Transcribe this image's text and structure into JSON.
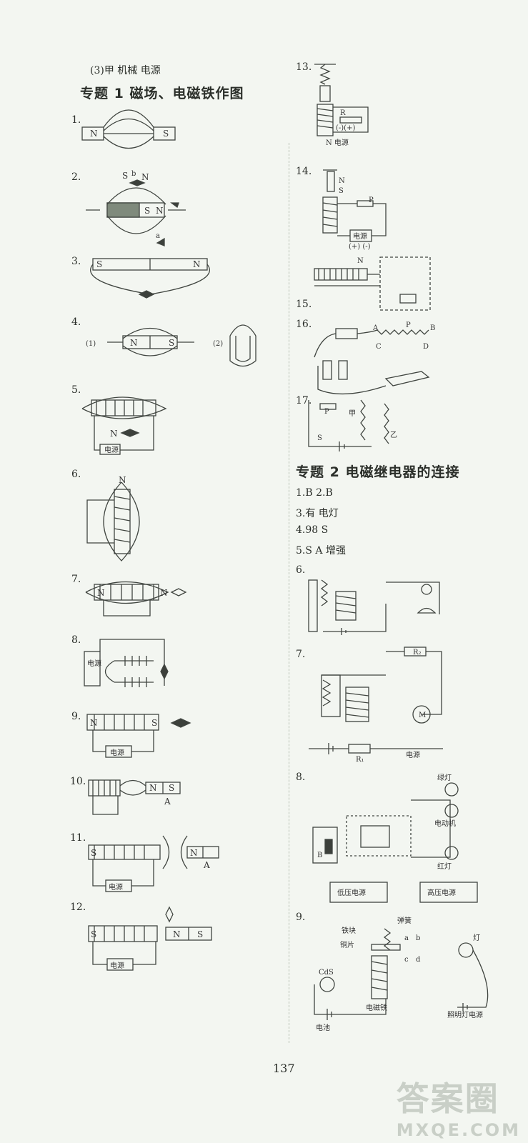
{
  "intro_line": "(3)甲  机械  电源",
  "topic1": {
    "title": "专题 1   磁场、电磁铁作图"
  },
  "topic2": {
    "title": "专题 2   电磁继电器的连接"
  },
  "figure_numbers": [
    "1.",
    "2.",
    "3.",
    "4.",
    "5.",
    "6.",
    "7.",
    "8.",
    "9.",
    "10.",
    "11.",
    "12.",
    "13.",
    "14.",
    "15.",
    "16.",
    "17."
  ],
  "topic2_answers": [
    "1.B  2.B",
    "3.有   电灯",
    "4.98   S",
    "5.S   A   增强"
  ],
  "topic2_figure_numbers": [
    "6.",
    "7.",
    "8.",
    "9."
  ],
  "labels": {
    "N": "N",
    "S": "S",
    "a": "a",
    "b": "b",
    "A": "A",
    "B": "B",
    "C": "C",
    "D": "D",
    "P": "P",
    "R": "R",
    "R1": "R₁",
    "R2": "R₂",
    "M": "M",
    "power": "电源",
    "n_power": "N 电源",
    "polarity": "(-)(+)",
    "polarity2": "(+)  (-)",
    "part_1": "(1)",
    "part_2": "(2)",
    "jia": "甲",
    "yi": "乙",
    "green_lamp": "绿灯",
    "motor": "电动机",
    "red_lamp": "红灯",
    "low_power": "低压电源",
    "high_power": "高压电源",
    "spring": "弹簧",
    "iron_block": "铁块",
    "copper": "铜片",
    "cds": "CdS",
    "electromagnet": "电磁铁",
    "battery": "电池",
    "lamp": "灯",
    "lighting_power": "照明灯电源",
    "c": "c",
    "d": "d"
  },
  "page_number": "137",
  "watermark": {
    "text": "答案圈",
    "url": "MXQE.COM"
  }
}
